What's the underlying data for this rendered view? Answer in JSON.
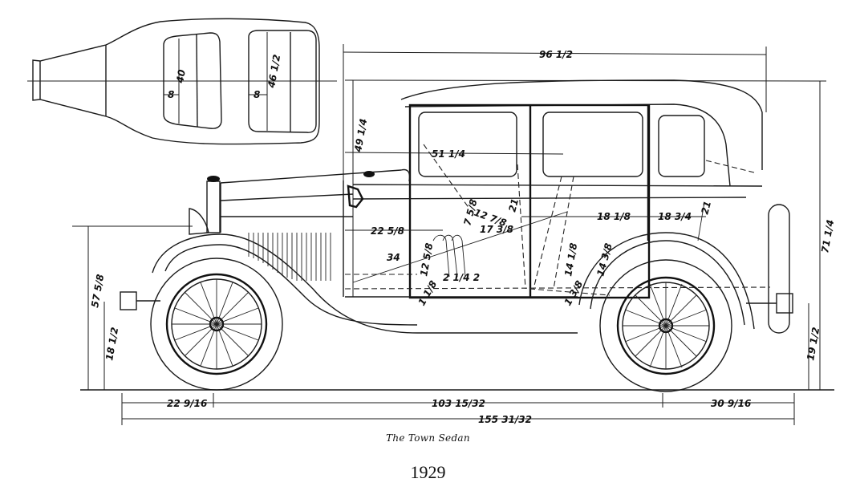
{
  "caption": {
    "title": "The Town Sedan",
    "year": "1929"
  },
  "plan_view": {
    "front_seat_width": "40",
    "rear_seat_width": "46 1/2",
    "front_seat_depth": "8",
    "rear_seat_depth": "8"
  },
  "dimensions": {
    "overall_top_length": "96 1/2",
    "body_height": "49 1/4",
    "overall_height": "71 1/4",
    "interior_length": "51 1/4",
    "cowl_to_pedal": "22 5/8",
    "front_hinge_height": "57 5/8",
    "front_axle_height": "18 1/2",
    "rear_axle_height": "19 1/2",
    "front_overhang": "22 9/16",
    "wheelbase": "103 15/32",
    "rear_overhang": "30 9/16",
    "overall_length": "155 31/32",
    "steering": "34",
    "seat_angle": "12 7/8",
    "seat_depth_front": "17 3/8",
    "rear_seat_leg": "18 1/8",
    "rear_seat_back": "18 3/4",
    "front_seat_height": "12 5/8",
    "rear_seat_height": "14 1/8",
    "pedal_spacing": "2 1/4 2",
    "seat_back_height": "21",
    "rear_back_height": "21",
    "small_label": "7 5/8",
    "floor_a": "1 1/8",
    "floor_b": "1 3/8",
    "wheel_well": "14 3/8"
  }
}
